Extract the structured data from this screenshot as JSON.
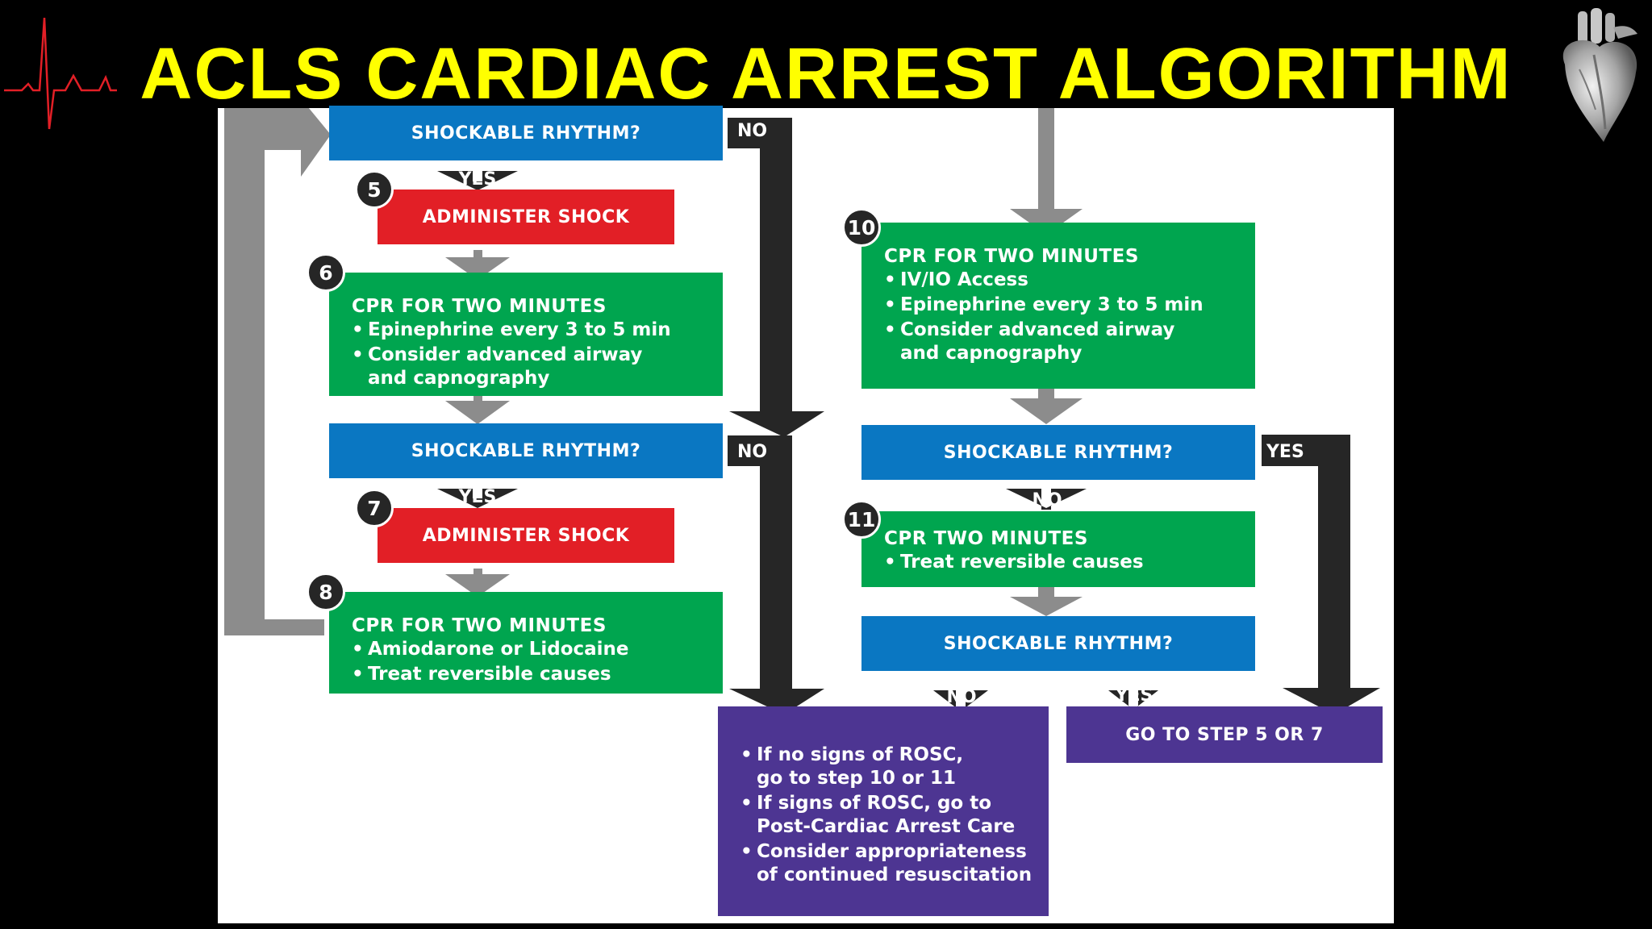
{
  "title": "ACLS CARDIAC ARREST ALGORITHM",
  "icons": {
    "ecg": "ecg-trace-icon",
    "heart": "anatomical-heart-icon"
  },
  "colors": {
    "title": "#ffff00",
    "decision": "#0a77c2",
    "shock": "#e21f26",
    "cpr": "#00a54f",
    "outcome": "#4d3592",
    "flow_arrow": "#262626",
    "step_arrow": "#8c8c8c"
  },
  "nodes": {
    "q1": "SHOCKABLE RHYTHM?",
    "s5": {
      "step": "5",
      "text": "ADMINISTER SHOCK"
    },
    "s6": {
      "step": "6",
      "title": "CPR FOR TWO MINUTES",
      "items": [
        "Epinephrine every 3 to 5 min",
        "Consider advanced airway\nand capnography"
      ]
    },
    "q2": "SHOCKABLE RHYTHM?",
    "s7": {
      "step": "7",
      "text": "ADMINISTER SHOCK"
    },
    "s8": {
      "step": "8",
      "title": "CPR FOR TWO MINUTES",
      "items": [
        "Amiodarone or Lidocaine",
        "Treat reversible causes"
      ]
    },
    "s10": {
      "step": "10",
      "title": "CPR FOR TWO MINUTES",
      "items": [
        "IV/IO Access",
        "Epinephrine every 3 to 5 min",
        "Consider advanced airway\nand capnography"
      ]
    },
    "q3": "SHOCKABLE RHYTHM?",
    "s11": {
      "step": "11",
      "title": "CPR TWO MINUTES",
      "items": [
        "Treat reversible causes"
      ]
    },
    "q4": "SHOCKABLE RHYTHM?",
    "outcome": {
      "items": [
        "If no signs of ROSC,\ngo to step 10 or 11",
        "If signs of ROSC, go to\nPost-Cardiac Arrest Care",
        "Consider appropriateness\nof continued resuscitation"
      ]
    },
    "goto": "GO TO STEP 5 OR 7"
  },
  "labels": {
    "q1_no": "NO",
    "q1_yes": "YES",
    "q2_no": "NO",
    "q2_yes": "YES",
    "q3_yes": "YES",
    "q3_no": "NO",
    "q4_no": "NO",
    "q4_yes": "YES"
  }
}
